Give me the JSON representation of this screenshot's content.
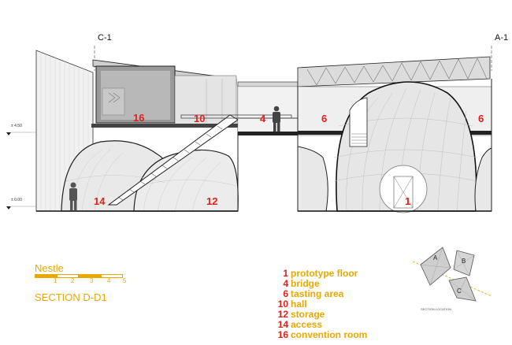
{
  "grid_labels": {
    "left": "C-1",
    "right": "A-1"
  },
  "levels": {
    "upper": "± 4.50",
    "ground": "± 0.00"
  },
  "rooms": [
    "16",
    "10",
    "4",
    "6",
    "6",
    "14",
    "12",
    "1"
  ],
  "scale": {
    "title": "Nestle",
    "ticks": [
      "1",
      "2",
      "3",
      "4",
      "5"
    ],
    "colors": [
      "#e8a800",
      "#ffffff"
    ]
  },
  "section_title": "SECTION D-D1",
  "legend": [
    {
      "num": "1",
      "label": "prototype floor"
    },
    {
      "num": "4",
      "label": "bridge"
    },
    {
      "num": "6",
      "label": "tasting area"
    },
    {
      "num": "10",
      "label": "hall"
    },
    {
      "num": "12",
      "label": "storage"
    },
    {
      "num": "14",
      "label": "access"
    },
    {
      "num": "16",
      "label": "convention room"
    }
  ],
  "location_plan": {
    "blocks": [
      "A",
      "B",
      "C"
    ],
    "caption": "SECTION LOCATION"
  },
  "colors": {
    "room_numbers": "#e0201b",
    "legend_text": "#e8a800"
  }
}
